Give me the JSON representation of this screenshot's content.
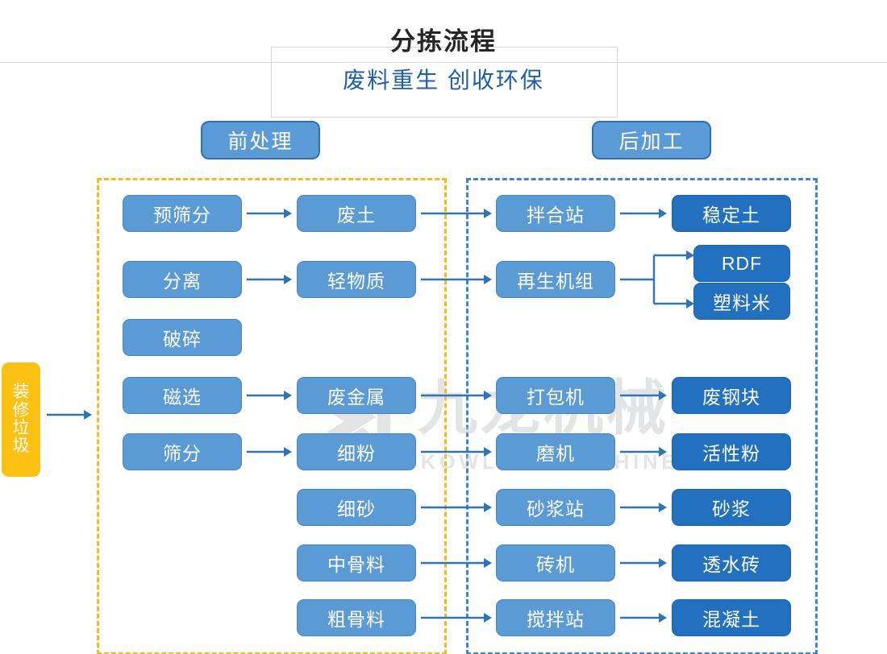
{
  "header": {
    "title": "分拣流程",
    "subtitle": "废料重生 创收环保"
  },
  "watermark": {
    "cn": "九龙机械",
    "en": "KOWLOONMACHINERY",
    "logo_icon": "kowloon-logo-icon",
    "color": "#c9cbcc"
  },
  "colors": {
    "node_light": "#5b9bd5",
    "node_dark": "#2270c0",
    "source": "#fcc113",
    "panel_pre_border": "#fcb813",
    "panel_post_border": "#3d85d8",
    "arrow": "#2e75b6",
    "title": "#262626",
    "subtitle": "#1f5fa9"
  },
  "stages": [
    {
      "id": "pre",
      "label": "前处理"
    },
    {
      "id": "post",
      "label": "后加工"
    }
  ],
  "source": {
    "label": "装修垃圾",
    "chars": "装修垃圾"
  },
  "chart_data": {
    "type": "diagram",
    "title": "分拣流程",
    "subtitle": "废料重生 创收环保",
    "groups": [
      "前处理",
      "后加工"
    ],
    "nodes": [
      {
        "id": "src",
        "label": "装修垃圾",
        "column": "input",
        "group": "none",
        "style": "source"
      },
      {
        "id": "n_presc",
        "label": "预筛分",
        "column": "process1",
        "group": "pre",
        "style": "light"
      },
      {
        "id": "n_sep",
        "label": "分离",
        "column": "process1",
        "group": "pre",
        "style": "light"
      },
      {
        "id": "n_crush",
        "label": "破碎",
        "column": "process1",
        "group": "pre",
        "style": "light"
      },
      {
        "id": "n_mag",
        "label": "磁选",
        "column": "process1",
        "group": "pre",
        "style": "light"
      },
      {
        "id": "n_screen",
        "label": "筛分",
        "column": "process1",
        "group": "pre",
        "style": "light"
      },
      {
        "id": "m_soil",
        "label": "废土",
        "column": "material",
        "group": "pre",
        "style": "light"
      },
      {
        "id": "m_light",
        "label": "轻物质",
        "column": "material",
        "group": "pre",
        "style": "light"
      },
      {
        "id": "m_metal",
        "label": "废金属",
        "column": "material",
        "group": "pre",
        "style": "light"
      },
      {
        "id": "m_fine",
        "label": "细粉",
        "column": "material",
        "group": "pre",
        "style": "light"
      },
      {
        "id": "m_sand",
        "label": "细砂",
        "column": "material",
        "group": "pre",
        "style": "light"
      },
      {
        "id": "m_midagg",
        "label": "中骨料",
        "column": "material",
        "group": "pre",
        "style": "light"
      },
      {
        "id": "m_crsagg",
        "label": "粗骨料",
        "column": "material",
        "group": "pre",
        "style": "light"
      },
      {
        "id": "e_mix",
        "label": "拌合站",
        "column": "equipment",
        "group": "post",
        "style": "light"
      },
      {
        "id": "e_regen",
        "label": "再生机组",
        "column": "equipment",
        "group": "post",
        "style": "light"
      },
      {
        "id": "e_baler",
        "label": "打包机",
        "column": "equipment",
        "group": "post",
        "style": "light"
      },
      {
        "id": "e_mill",
        "label": "磨机",
        "column": "equipment",
        "group": "post",
        "style": "light"
      },
      {
        "id": "e_mortar",
        "label": "砂浆站",
        "column": "equipment",
        "group": "post",
        "style": "light"
      },
      {
        "id": "e_brick",
        "label": "砖机",
        "column": "equipment",
        "group": "post",
        "style": "light"
      },
      {
        "id": "e_batch",
        "label": "搅拌站",
        "column": "equipment",
        "group": "post",
        "style": "light"
      },
      {
        "id": "p_stab",
        "label": "稳定土",
        "column": "product",
        "group": "post",
        "style": "dark"
      },
      {
        "id": "p_rdf",
        "label": "RDF",
        "column": "product",
        "group": "post",
        "style": "dark"
      },
      {
        "id": "p_pellet",
        "label": "塑料米",
        "column": "product",
        "group": "post",
        "style": "dark"
      },
      {
        "id": "p_steel",
        "label": "废钢块",
        "column": "product",
        "group": "post",
        "style": "dark"
      },
      {
        "id": "p_active",
        "label": "活性粉",
        "column": "product",
        "group": "post",
        "style": "dark"
      },
      {
        "id": "p_mortar",
        "label": "砂浆",
        "column": "product",
        "group": "post",
        "style": "dark"
      },
      {
        "id": "p_perm",
        "label": "透水砖",
        "column": "product",
        "group": "post",
        "style": "dark"
      },
      {
        "id": "p_conc",
        "label": "混凝土",
        "column": "product",
        "group": "post",
        "style": "dark"
      }
    ],
    "edges": [
      {
        "from": "src",
        "to": "n_presc"
      },
      {
        "from": "n_presc",
        "to": "m_soil"
      },
      {
        "from": "n_sep",
        "to": "m_light"
      },
      {
        "from": "n_mag",
        "to": "m_metal"
      },
      {
        "from": "n_screen",
        "to": "m_fine"
      },
      {
        "from": "m_soil",
        "to": "e_mix"
      },
      {
        "from": "m_light",
        "to": "e_regen"
      },
      {
        "from": "m_metal",
        "to": "e_baler"
      },
      {
        "from": "m_fine",
        "to": "e_mill"
      },
      {
        "from": "m_sand",
        "to": "e_mortar"
      },
      {
        "from": "m_midagg",
        "to": "e_brick"
      },
      {
        "from": "m_crsagg",
        "to": "e_batch"
      },
      {
        "from": "e_mix",
        "to": "p_stab"
      },
      {
        "from": "e_regen",
        "to": "p_rdf"
      },
      {
        "from": "e_regen",
        "to": "p_pellet"
      },
      {
        "from": "e_baler",
        "to": "p_steel"
      },
      {
        "from": "e_mill",
        "to": "p_active"
      },
      {
        "from": "e_mortar",
        "to": "p_mortar"
      },
      {
        "from": "e_brick",
        "to": "p_perm"
      },
      {
        "from": "e_batch",
        "to": "p_conc"
      }
    ]
  }
}
